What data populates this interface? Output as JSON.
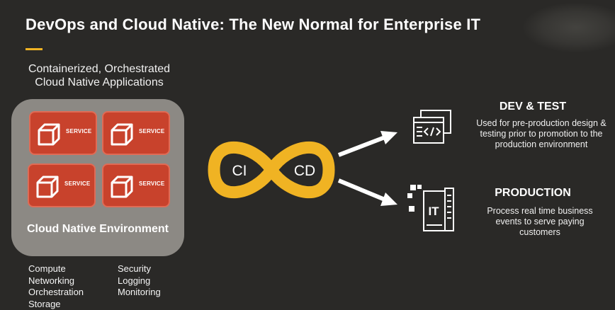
{
  "title": "DevOps and Cloud Native: The New Normal for Enterprise IT",
  "subtitle": "Containerized, Orchestrated Cloud Native Applications",
  "services": [
    {
      "label": "SERVICE",
      "icon": "cube-icon"
    },
    {
      "label": "SERVICE",
      "icon": "cube-icon"
    },
    {
      "label": "SERVICE",
      "icon": "cube-icon"
    },
    {
      "label": "SERVICE",
      "icon": "cube-icon"
    }
  ],
  "environment_label": "Cloud Native Environment",
  "left_list": [
    "Compute",
    "Networking",
    "Orchestration",
    "Storage"
  ],
  "right_list": [
    "Security",
    "Logging",
    "Monitoring"
  ],
  "cicd": {
    "ci": "CI",
    "cd": "CD",
    "icon": "infinity-loop-icon"
  },
  "dev_test": {
    "heading": "DEV & TEST",
    "description": "Used for pre-production design & testing prior to promotion to the production environment",
    "icon": "code-window-icon"
  },
  "production": {
    "heading": "PRODUCTION",
    "description": "Process real time business events to serve paying customers",
    "icon": "it-server-icon"
  },
  "colors": {
    "background": "#2a2927",
    "accent": "#f0b323",
    "service_red": "#c8422c",
    "environment_gray": "#8c8984"
  }
}
